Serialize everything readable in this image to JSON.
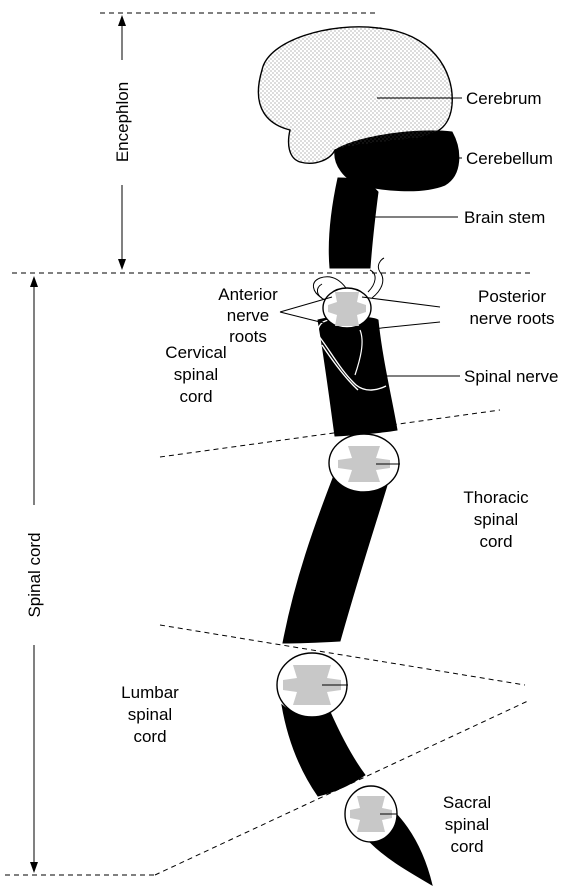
{
  "labels": {
    "encephlon": "Encephlon",
    "spinal_cord": "Spinal cord",
    "cerebrum": "Cerebrum",
    "cerebellum": "Cerebellum",
    "brain_stem": "Brain stem",
    "anterior_nerve_roots": [
      "Anterior",
      "nerve",
      "roots"
    ],
    "posterior_nerve_roots": [
      "Posterior",
      "nerve roots"
    ],
    "spinal_nerve": "Spinal nerve",
    "cervical": [
      "Cervical",
      "spinal",
      "cord"
    ],
    "thoracic": [
      "Thoracic",
      "spinal",
      "cord"
    ],
    "lumbar": [
      "Lumbar",
      "spinal",
      "cord"
    ],
    "sacral": [
      "Sacral",
      "spinal",
      "cord"
    ]
  }
}
